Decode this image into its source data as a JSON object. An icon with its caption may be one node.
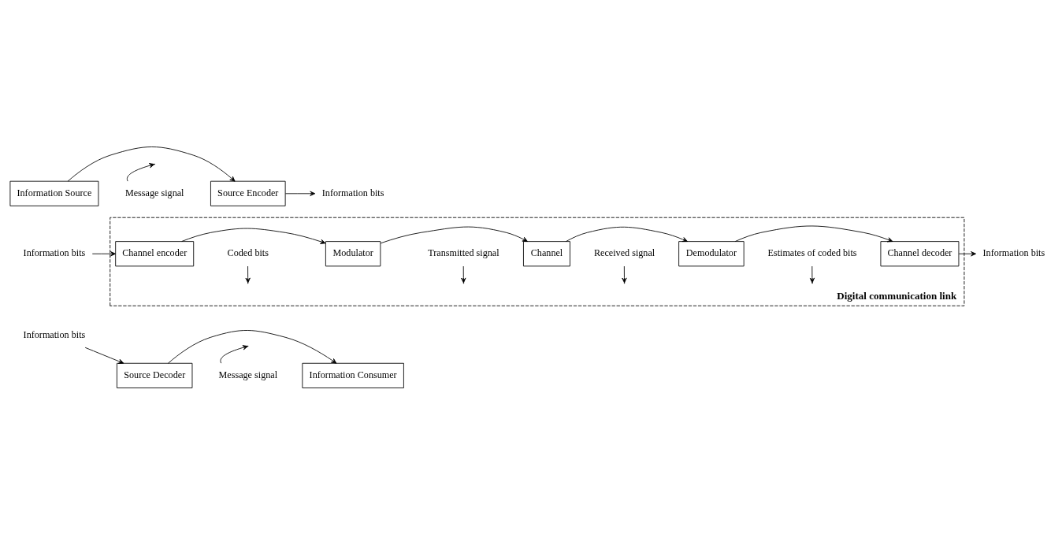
{
  "diagram": {
    "nodes": [
      {
        "text": [
          "Information Source"
        ]
      },
      {
        "text": [
          "Source Encoder"
        ]
      },
      {
        "text": [
          "Information bits"
        ]
      },
      {
        "text": [
          "Message signal"
        ]
      },
      {
        "text": [
          "Digital communication link"
        ]
      },
      {
        "text": [
          "Information bits"
        ]
      },
      {
        "text": [
          "Channel encoder"
        ],
        "in": 4
      },
      {
        "text": [
          "Modulator"
        ],
        "in": 4
      },
      {
        "text": [
          "Channel"
        ],
        "in": 4
      },
      {
        "text": [
          "Demodulator"
        ],
        "in": 4
      },
      {
        "text": [
          "Channel decoder"
        ],
        "in": 4
      },
      {
        "text": [
          "Information bits"
        ]
      },
      {
        "text": [
          "Coded bits"
        ],
        "in": 4
      },
      {
        "text": [
          "Transmitted signal"
        ],
        "in": 4
      },
      {
        "text": [
          "Received signal"
        ],
        "in": 4
      },
      {
        "text": [
          "Estimates of coded bits"
        ],
        "in": 4
      },
      {
        "text": [
          "Information bits"
        ]
      },
      {
        "text": [
          "Source Decoder"
        ]
      },
      {
        "text": [
          "Information Consumer"
        ]
      },
      {
        "text": [
          "Message signal"
        ]
      }
    ],
    "edges": [
      {
        "from": 0,
        "to": 1,
        "arrow": "to"
      },
      {
        "from": 1,
        "to": 2,
        "arrow": "to"
      },
      {
        "from": 3,
        "to": null,
        "arrow": "to"
      },
      {
        "from": 5,
        "to": 6,
        "arrow": "to"
      },
      {
        "from": 6,
        "to": 7,
        "arrow": "to"
      },
      {
        "from": 7,
        "to": 8,
        "arrow": "to"
      },
      {
        "from": 8,
        "to": 9,
        "arrow": "to"
      },
      {
        "from": 9,
        "to": 10,
        "arrow": "to"
      },
      {
        "from": 10,
        "to": 11,
        "arrow": "to"
      },
      {
        "from": 12,
        "to": null,
        "arrow": "to"
      },
      {
        "from": 13,
        "to": null,
        "arrow": "to"
      },
      {
        "from": 14,
        "to": null,
        "arrow": "to"
      },
      {
        "from": 15,
        "to": null,
        "arrow": "to"
      },
      {
        "from": 16,
        "to": 17,
        "arrow": "to"
      },
      {
        "from": 17,
        "to": 18,
        "arrow": "to"
      },
      {
        "from": 19,
        "to": null,
        "arrow": "to"
      }
    ]
  }
}
